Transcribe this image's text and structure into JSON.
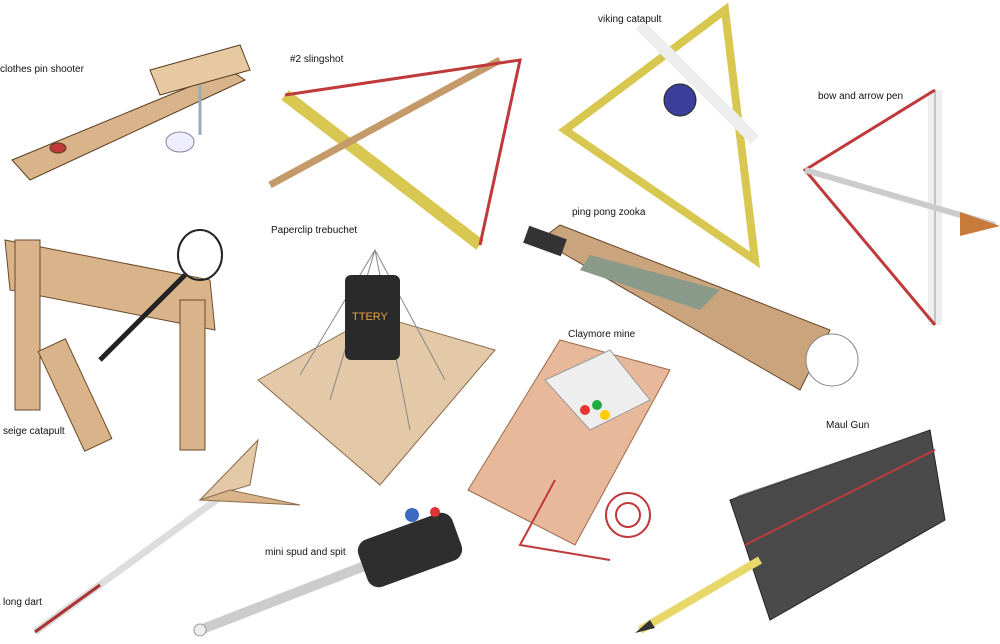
{
  "labels": {
    "clothes_pin_shooter": "clothes pin shooter",
    "slingshot": "#2 slingshot",
    "viking_catapult": "viking catapult",
    "bow_and_arrow_pen": "bow and arrow pen",
    "ping_pong_zooka": "ping pong zooka",
    "paperclip_trebuchet": "Paperclip trebuchet",
    "seige_catapult": "seige catapult",
    "claymore_mine": "Claymore mine",
    "maul_gun": "Maul Gun",
    "long_dart": "long dart",
    "mini_spud_and_spit": "mini spud and spit"
  },
  "battery_text": "TTERY",
  "colors": {
    "wood": "#d9b48a",
    "pencil": "#e8d86a",
    "rubber_band": "#c0393b",
    "gray_metal": "#4a4a4a",
    "cardboard": "#e3c9a8"
  }
}
